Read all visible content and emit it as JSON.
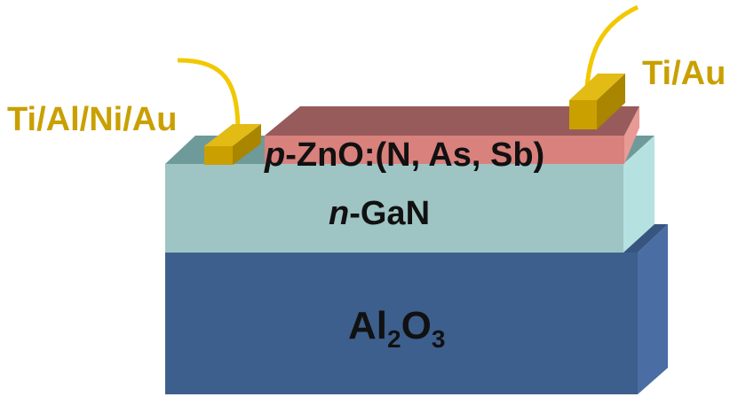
{
  "contacts": {
    "left_label": "Ti/Al/Ni/Au",
    "right_label": "Ti/Au"
  },
  "layers": {
    "p_layer": {
      "prefix": "p",
      "rest": "-ZnO:(N, As, Sb)"
    },
    "n_layer": {
      "prefix": "n",
      "rest": "-GaN"
    },
    "substrate": {
      "el1": "Al",
      "sub1": "2",
      "el2": "O",
      "sub2": "3"
    }
  },
  "colors": {
    "substrate_front": "#3d5f8e",
    "substrate_side": "#4a6ea3",
    "substrate_top": "#36567f",
    "ngan_front": "#9ec4c3",
    "ngan_side": "#b5e2e1",
    "ngan_top": "#6e9a9a",
    "pzno_front": "#d9817d",
    "pzno_side": "#e89a95",
    "pzno_top": "#975b5b",
    "contact_front": "#c9a000",
    "contact_top": "#e2bb15",
    "contact_side": "#a98500",
    "wire": "#f2c800",
    "contact_text": "#c9a000"
  }
}
